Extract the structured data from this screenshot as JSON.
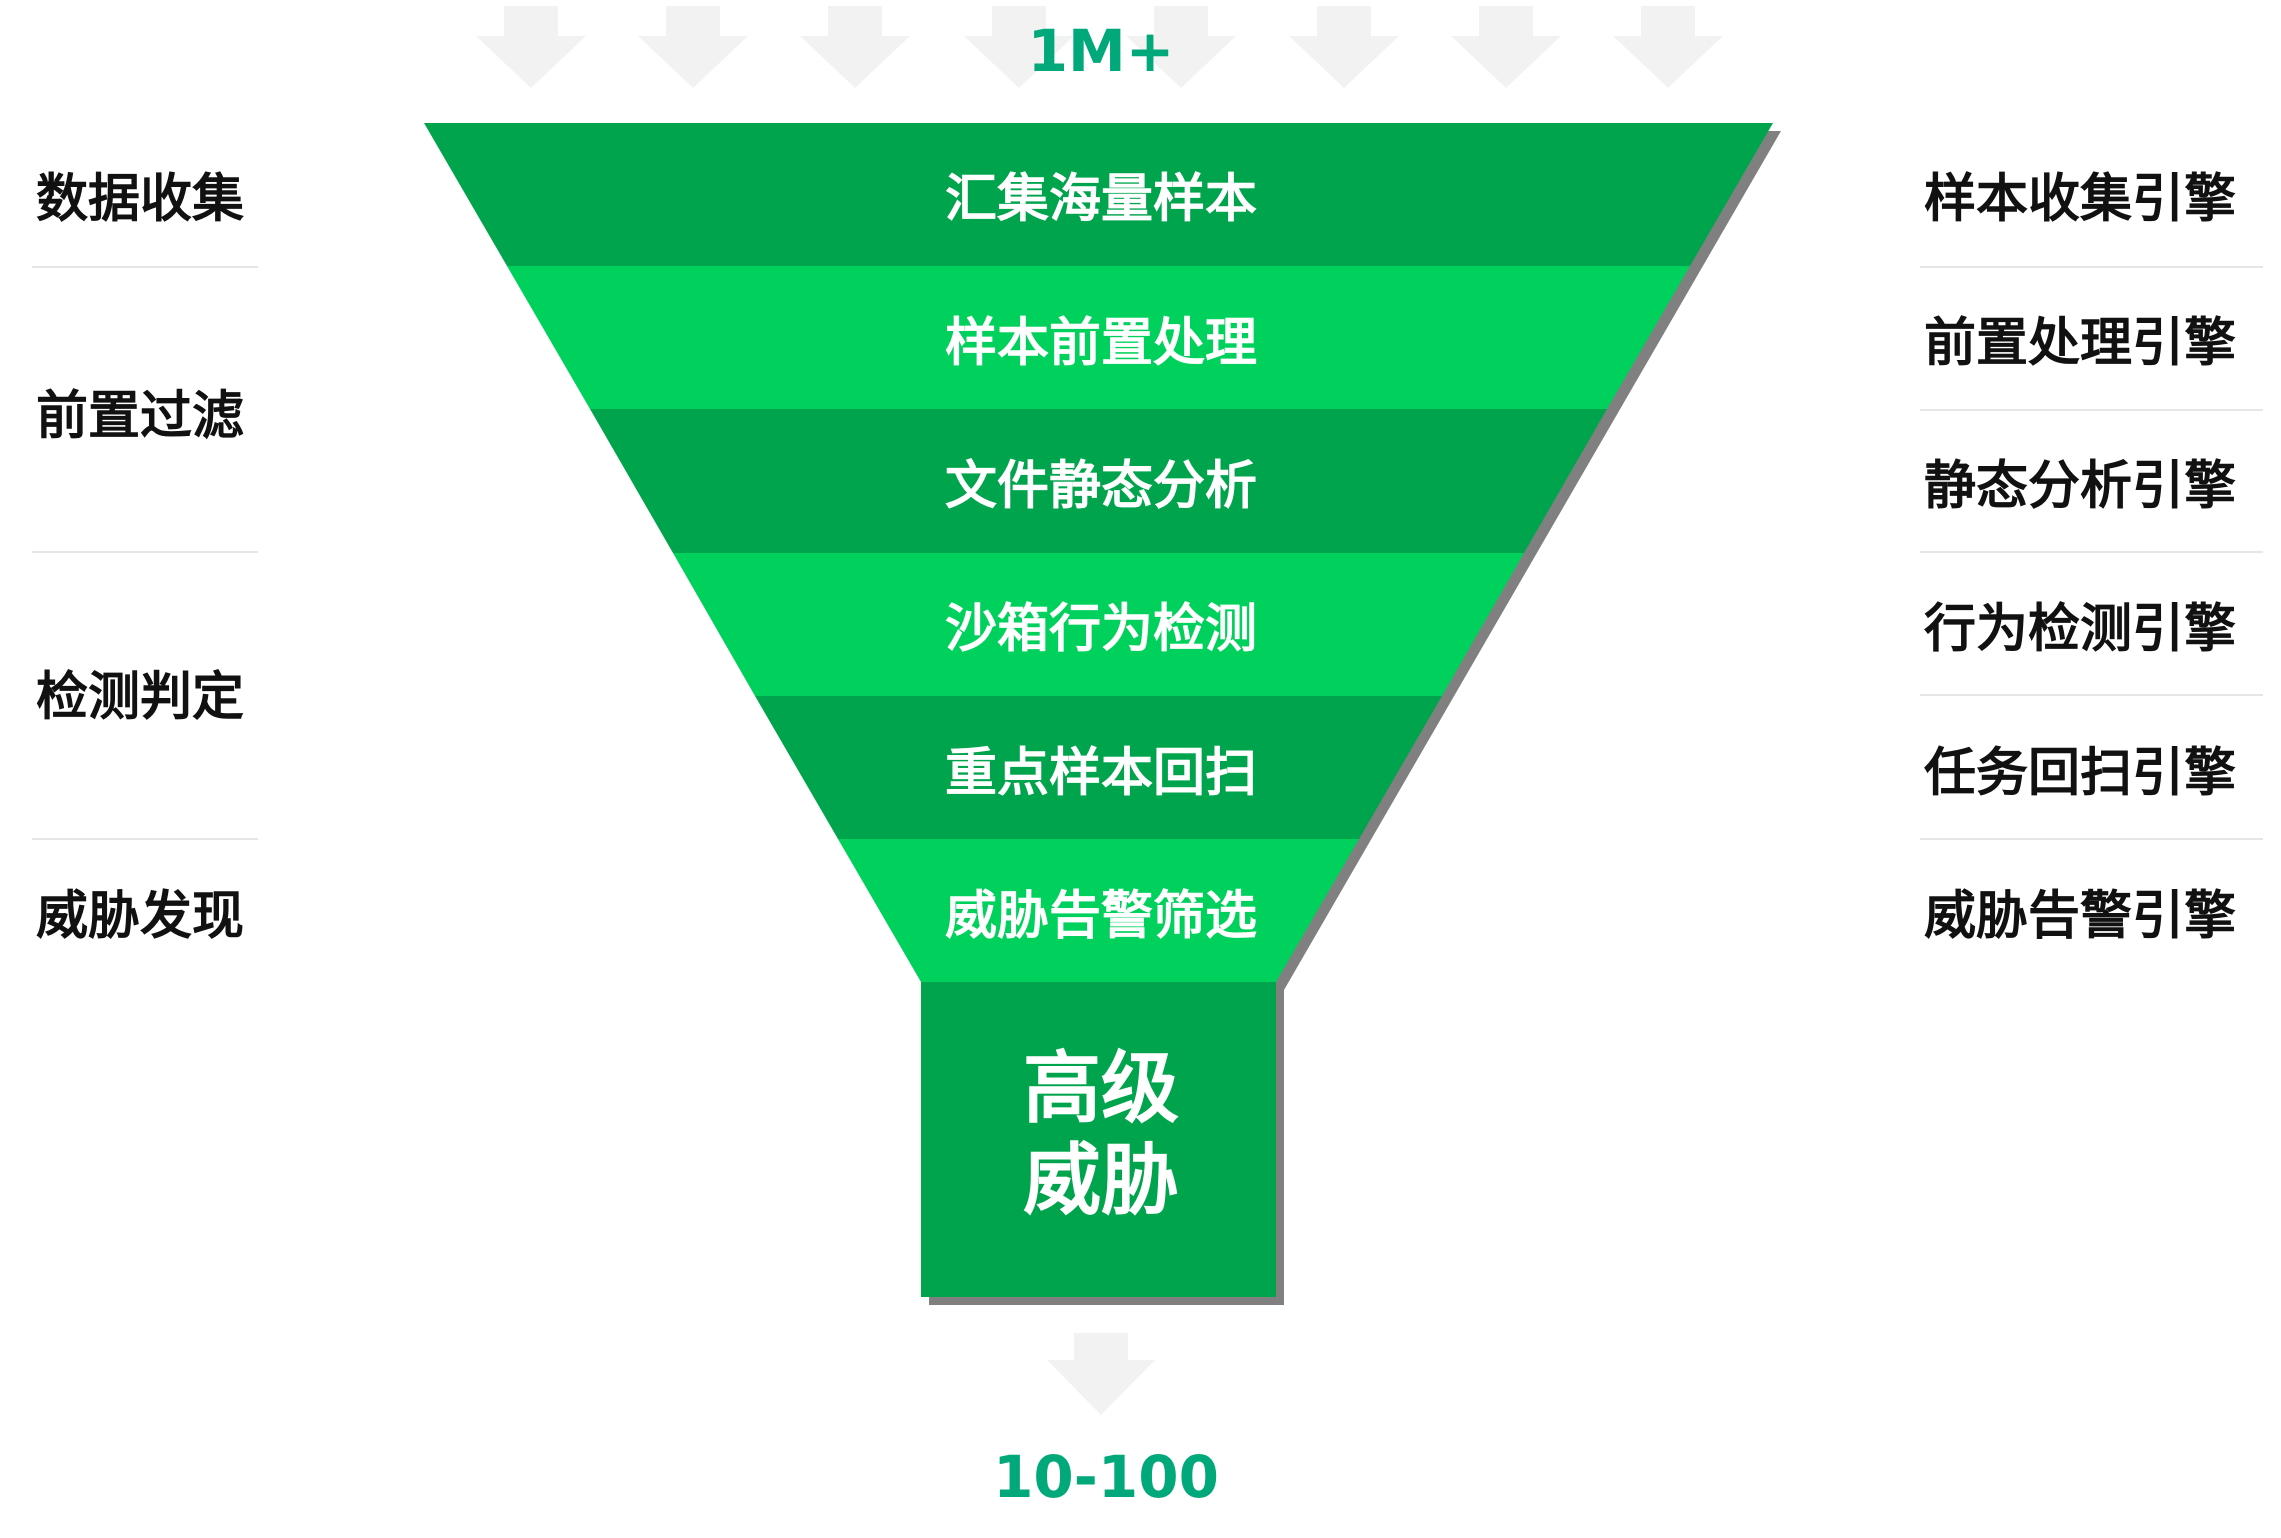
{
  "top_count": "1M+",
  "bottom_count": "10-100",
  "colors": {
    "band_dark": "#00A44C",
    "band_light": "#00D15C",
    "shadow": "#808080",
    "arrow": "#F2F2F2",
    "count_text": "#00A87A"
  },
  "funnel_stages": [
    "汇集海量样本",
    "样本前置处理",
    "文件静态分析",
    "沙箱行为检测",
    "重点样本回扫",
    "威胁告警筛选"
  ],
  "result": {
    "line1": "高级",
    "line2": "威胁"
  },
  "phases": [
    "数据收集",
    "前置过滤",
    "检测判定",
    "威胁发现"
  ],
  "engines": [
    "样本收集引擎",
    "前置处理引擎",
    "静态分析引擎",
    "行为检测引擎",
    "任务回扫引擎",
    "威胁告警引擎"
  ]
}
